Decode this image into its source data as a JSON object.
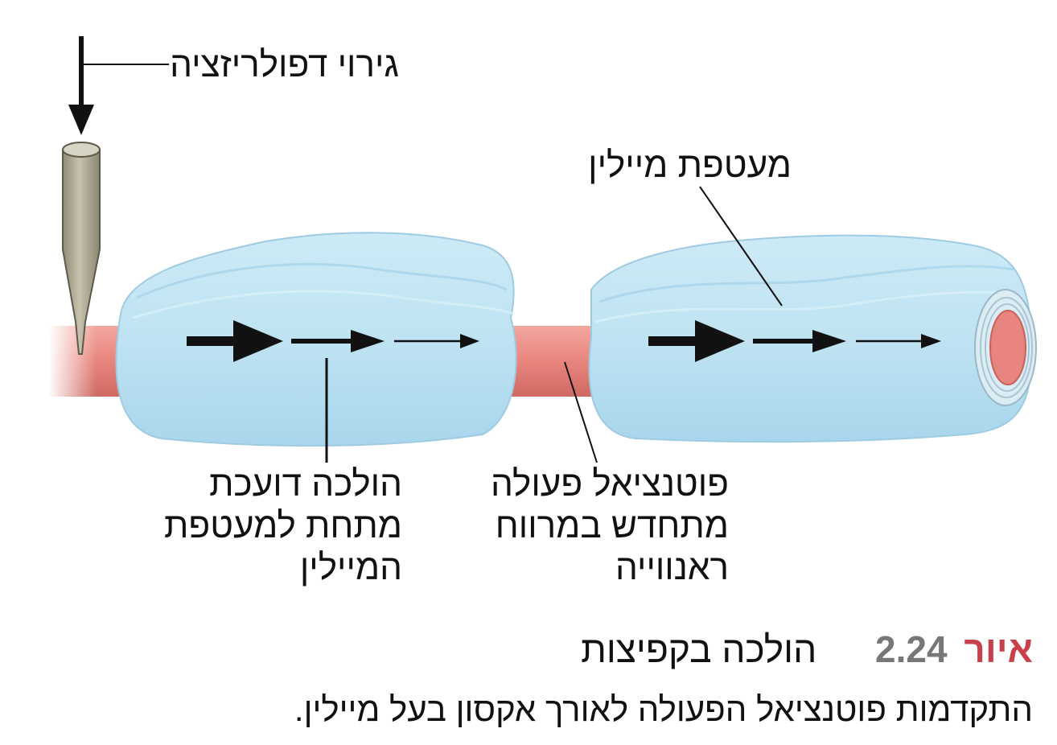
{
  "labels": {
    "stimulus": "גירוי דפולריזציה",
    "myelin_sheath": "מעטפת מיילין",
    "conduction_under_myelin": [
      "הולכה דועכת",
      "מתחת למעטפת",
      "המיילין"
    ],
    "ap_regenerated": [
      "פוטנציאל פעולה",
      "מתחדש במרווח",
      "ראנווייה"
    ]
  },
  "caption": {
    "figure_word": "איור",
    "figure_number": "2.24",
    "title": "הולכה בקפיצות",
    "description": "התקדמות פוטנציאל הפעולה לאורך אקסון בעל מיילין."
  },
  "colors": {
    "axon": "#e8857e",
    "myelin": "#bfe3f2",
    "myelin_edge": "#9fcbe2",
    "electrode": "#b3ae9a",
    "figure_word": "#c8404a",
    "figure_number": "#777777"
  }
}
